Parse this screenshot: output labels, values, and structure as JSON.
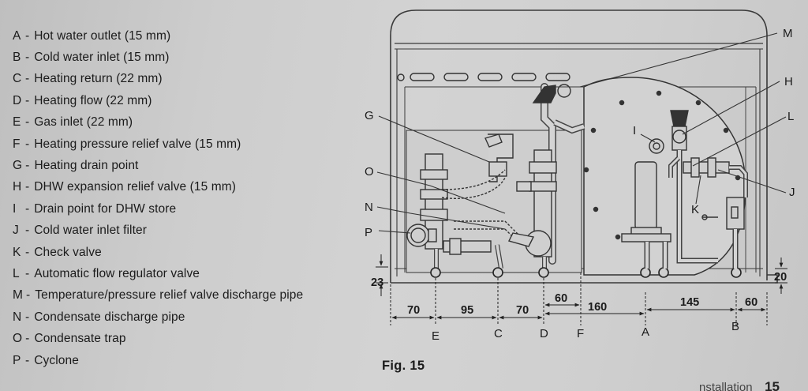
{
  "legend": [
    {
      "key": "A",
      "text": "Hot water outlet (15 mm)"
    },
    {
      "key": "B",
      "text": "Cold water inlet (15 mm)"
    },
    {
      "key": "C",
      "text": "Heating return (22 mm)"
    },
    {
      "key": "D",
      "text": "Heating flow (22 mm)"
    },
    {
      "key": "E",
      "text": "Gas inlet (22 mm)"
    },
    {
      "key": "F",
      "text": "Heating pressure relief valve (15 mm)"
    },
    {
      "key": "G",
      "text": "Heating drain point"
    },
    {
      "key": "H",
      "text": "DHW expansion relief valve (15 mm)"
    },
    {
      "key": "I",
      "text": "Drain point for DHW store"
    },
    {
      "key": "J",
      "text": "Cold water inlet filter"
    },
    {
      "key": "K",
      "text": "Check valve"
    },
    {
      "key": "L",
      "text": "Automatic flow regulator valve"
    },
    {
      "key": "M",
      "text": "Temperature/pressure relief valve discharge pipe"
    },
    {
      "key": "N",
      "text": "Condensate discharge pipe"
    },
    {
      "key": "O",
      "text": "Condensate trap"
    },
    {
      "key": "P",
      "text": "Cyclone"
    }
  ],
  "separator": "-",
  "callouts": {
    "G": "G",
    "O": "O",
    "N": "N",
    "P": "P",
    "M": "M",
    "H": "H",
    "L": "L",
    "I": "I",
    "J": "J",
    "K": "K"
  },
  "dimensions": {
    "d70a": "70",
    "d95": "95",
    "d70b": "70",
    "d60a": "60",
    "d160": "160",
    "d145": "145",
    "d60b": "60",
    "d23": "23",
    "d20": "20"
  },
  "connections": {
    "E": "E",
    "C": "C",
    "D": "D",
    "F": "F",
    "A": "A",
    "B": "B"
  },
  "figure_caption": "Fig. 15",
  "footer": {
    "page_number": "15",
    "hint": "nstallation"
  }
}
